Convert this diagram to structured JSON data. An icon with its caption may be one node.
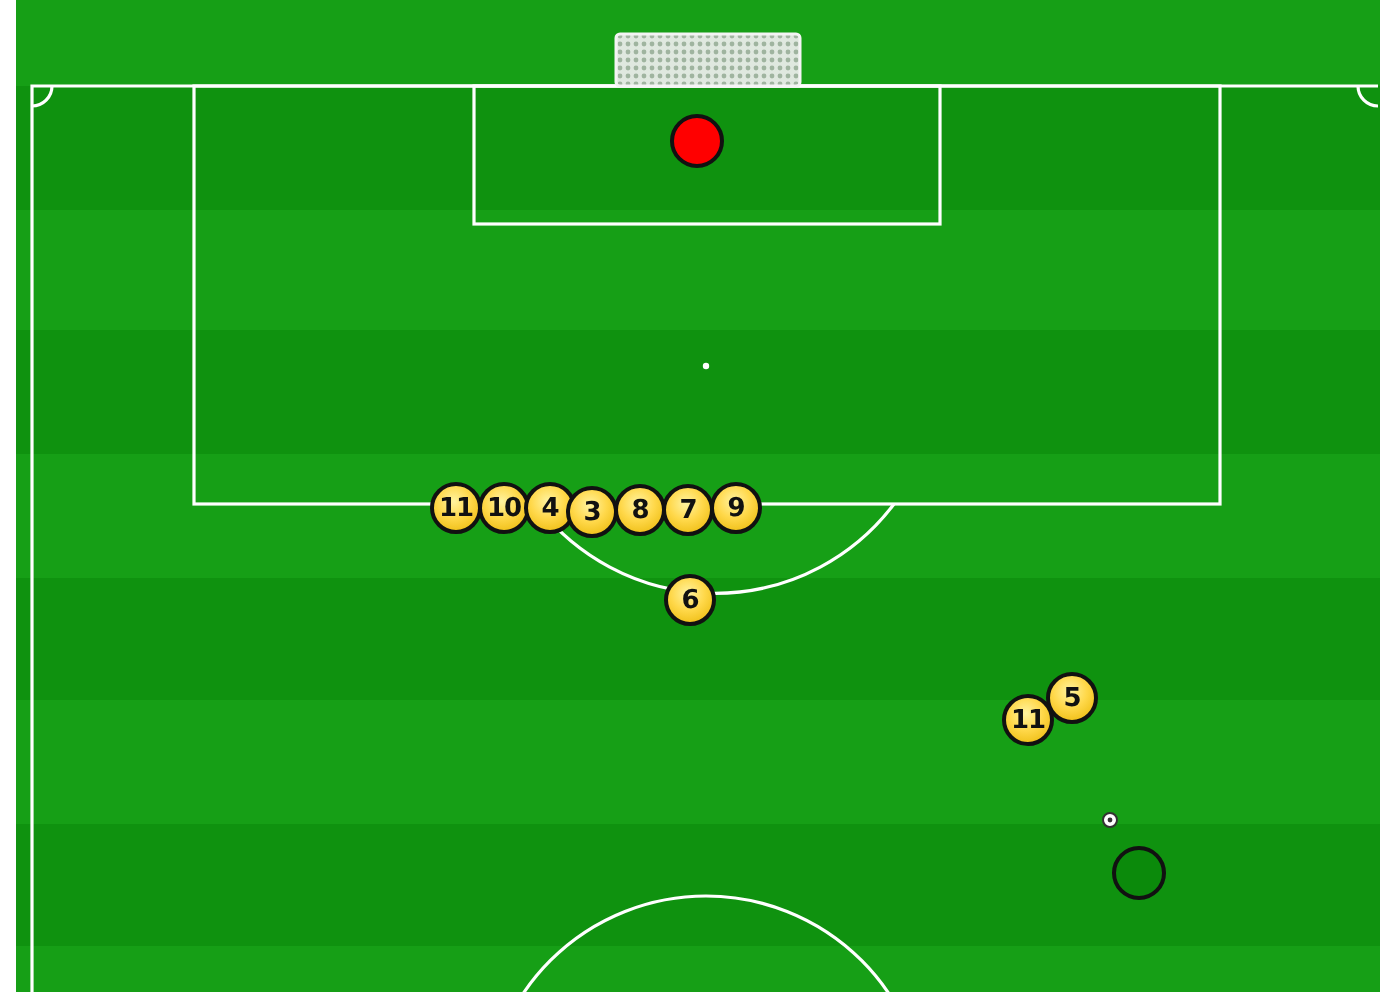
{
  "diagram": {
    "nodes": [
      {
        "text": [],
        "shape": "circle"
      },
      {
        "text": [
          "11"
        ]
      },
      {
        "text": [
          "10"
        ]
      },
      {
        "text": [
          "4"
        ]
      },
      {
        "text": [
          "3"
        ]
      },
      {
        "text": [
          "8"
        ]
      },
      {
        "text": [
          "7"
        ]
      },
      {
        "text": [
          "9"
        ]
      },
      {
        "text": [
          "6"
        ]
      },
      {
        "text": [
          "5"
        ]
      },
      {
        "text": [
          "11"
        ]
      },
      {
        "text": [],
        "shape": "circle"
      }
    ],
    "edges": []
  }
}
